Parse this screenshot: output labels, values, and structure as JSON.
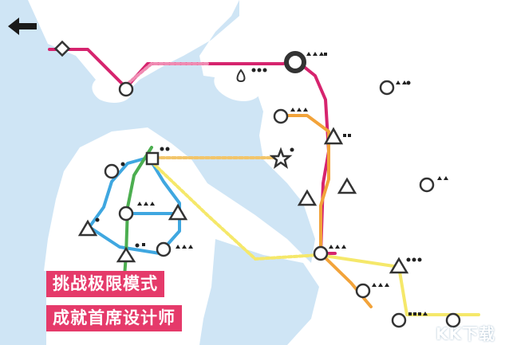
{
  "game": {
    "banner_line1": "挑战极限模式",
    "banner_line2": "成就首席设计师",
    "watermark": "KK下载",
    "back_icon": "arrow-left-icon"
  },
  "colors": {
    "water": "#cfe5f5",
    "land": "#ffffff",
    "line_magenta": "#d6246e",
    "line_orange": "#f2a33a",
    "line_blue": "#3fa7e0",
    "line_green": "#4cae50",
    "line_yellow": "#f5e86a",
    "banner_bg": "#e53a6a",
    "station_fill": "#ffffff",
    "station_stroke": "#333333"
  }
}
